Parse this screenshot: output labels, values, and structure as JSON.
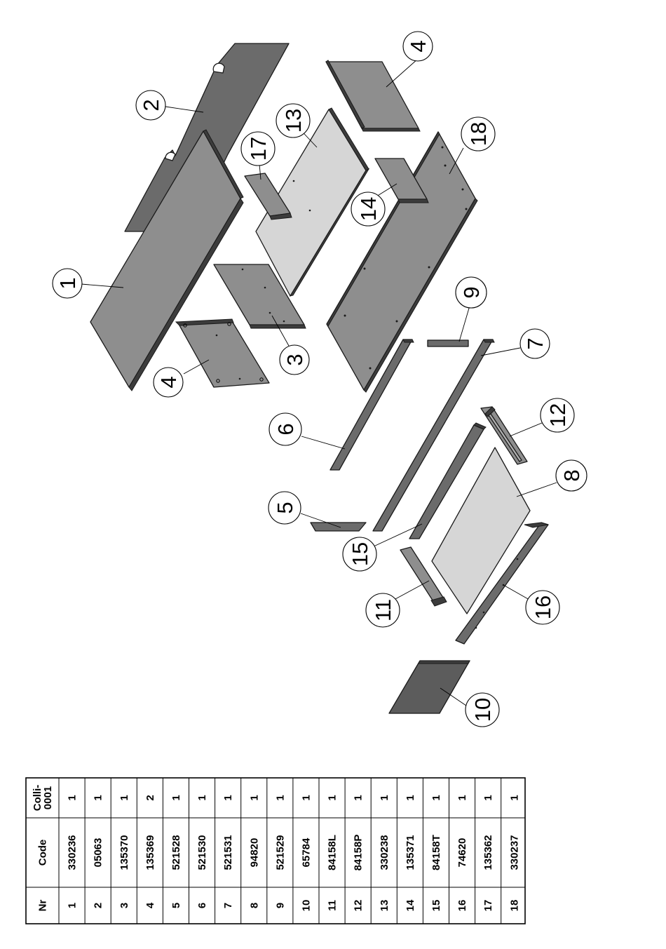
{
  "diagram": {
    "callouts": [
      "1",
      "2",
      "3",
      "4",
      "4",
      "5",
      "6",
      "7",
      "8",
      "9",
      "10",
      "11",
      "12",
      "13",
      "14",
      "15",
      "16",
      "17",
      "18"
    ]
  },
  "parts_table": {
    "headers": [
      "Nr",
      "Code",
      "Colli-\n0001"
    ],
    "rows": [
      {
        "nr": "1",
        "code": "330236",
        "qty": "1"
      },
      {
        "nr": "2",
        "code": "05063",
        "qty": "1"
      },
      {
        "nr": "3",
        "code": "135370",
        "qty": "1"
      },
      {
        "nr": "4",
        "code": "135369",
        "qty": "2"
      },
      {
        "nr": "5",
        "code": "521528",
        "qty": "1"
      },
      {
        "nr": "6",
        "code": "521530",
        "qty": "1"
      },
      {
        "nr": "7",
        "code": "521531",
        "qty": "1"
      },
      {
        "nr": "8",
        "code": "94820",
        "qty": "1"
      },
      {
        "nr": "9",
        "code": "521529",
        "qty": "1"
      },
      {
        "nr": "10",
        "code": "65784",
        "qty": "1"
      },
      {
        "nr": "11",
        "code": "84158L",
        "qty": "1"
      },
      {
        "nr": "12",
        "code": "84158P",
        "qty": "1"
      },
      {
        "nr": "13",
        "code": "330238",
        "qty": "1"
      },
      {
        "nr": "14",
        "code": "135371",
        "qty": "1"
      },
      {
        "nr": "15",
        "code": "84158T",
        "qty": "1"
      },
      {
        "nr": "16",
        "code": "74620",
        "qty": "1"
      },
      {
        "nr": "17",
        "code": "135362",
        "qty": "1"
      },
      {
        "nr": "18",
        "code": "330237",
        "qty": "1"
      }
    ]
  },
  "colors": {
    "dark": "#6b6b6b",
    "medium": "#8e8e8e",
    "light": "#d6d6d6",
    "darker": "#5c5c5c"
  }
}
